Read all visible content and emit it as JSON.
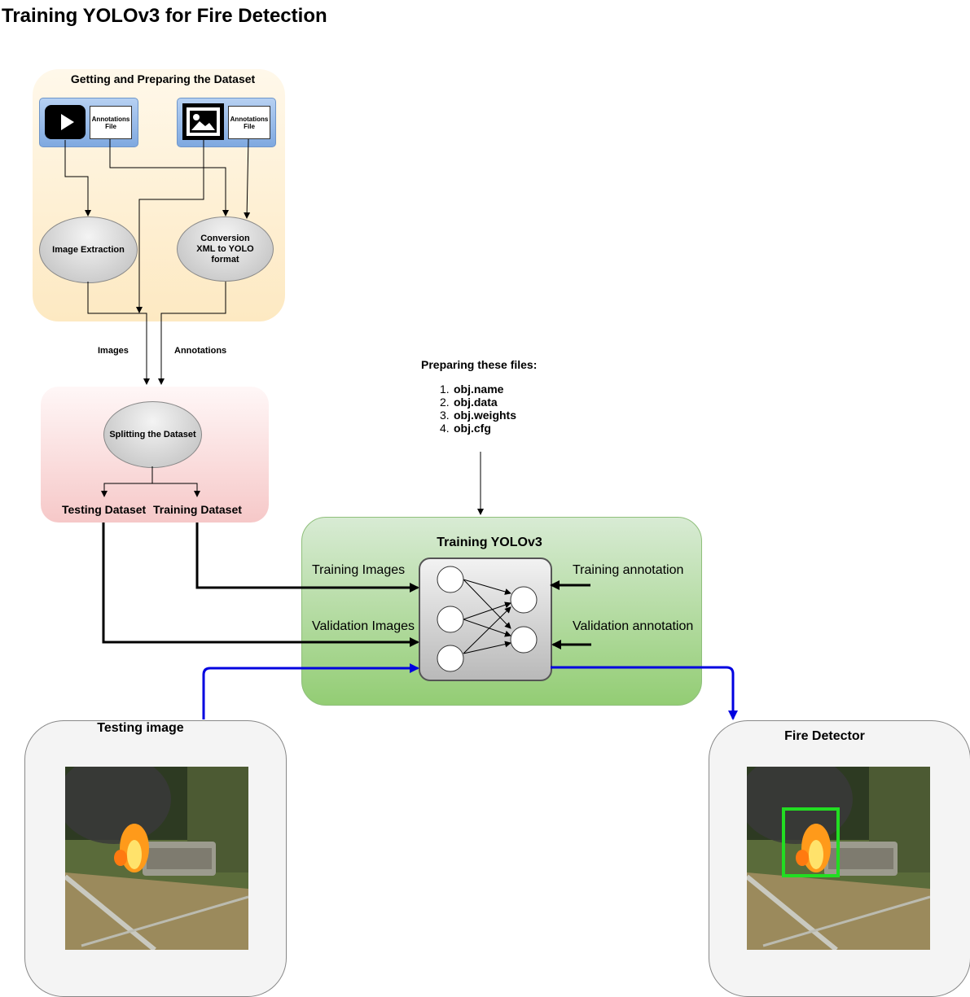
{
  "title": "Training YOLOv3 for Fire Detection",
  "prep": {
    "header": "Getting and Preparing the Dataset",
    "video_icon": "video-play-icon",
    "image_icon": "image-icon",
    "annotations_file_1": "Annotations File",
    "annotations_file_2": "Annotations File",
    "image_extraction": "Image Extraction",
    "conversion": "Conversion XML to YOLO format"
  },
  "flow_labels": {
    "images": "Images",
    "annotations": "Annotations"
  },
  "split": {
    "node": "Splitting the Dataset",
    "testing": "Testing Dataset",
    "training": "Training Dataset"
  },
  "files": {
    "header": "Preparing these files:",
    "items": [
      "obj.name",
      "obj.data",
      "obj.weights",
      "obj.cfg"
    ]
  },
  "train": {
    "header": "Training YOLOv3",
    "training_images": "Training Images",
    "validation_images": "Validation Images",
    "training_annotation": "Training annotation",
    "validation_annotation": "Validation annotation"
  },
  "testing_image": {
    "header": "Testing image"
  },
  "detector": {
    "header": "Fire Detector"
  },
  "colors": {
    "arrow_blue": "#0000e0",
    "bbox_green": "#22dd22"
  }
}
